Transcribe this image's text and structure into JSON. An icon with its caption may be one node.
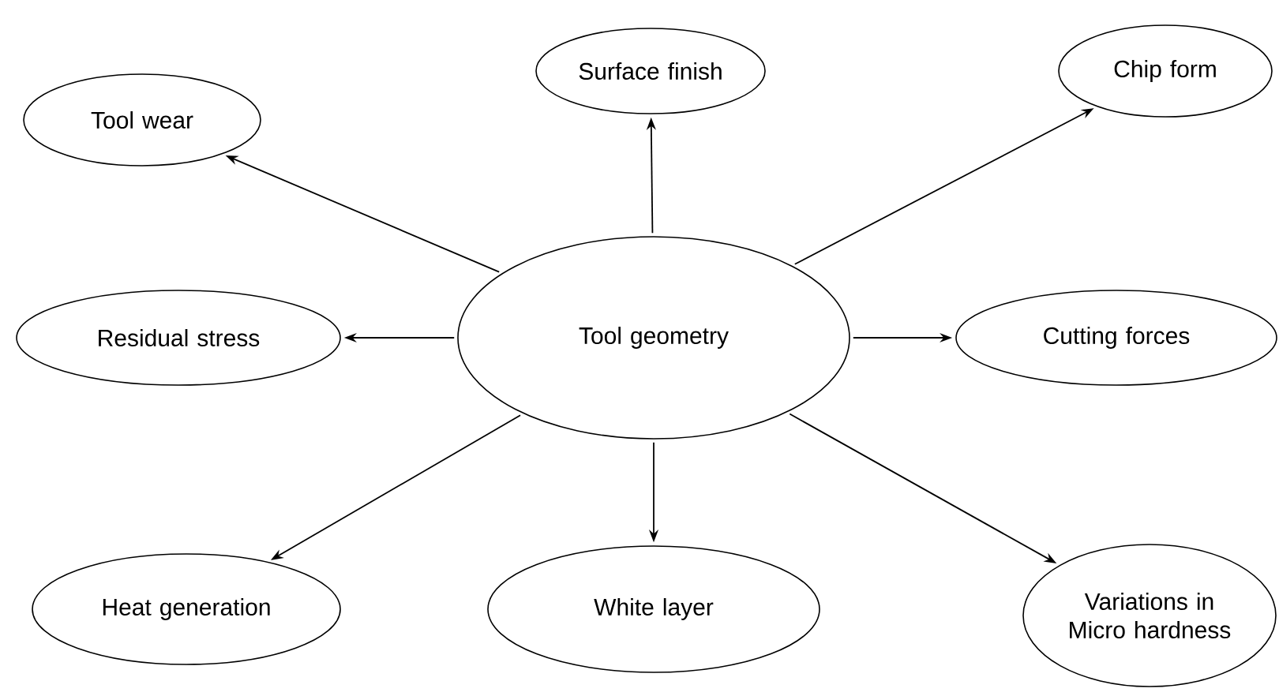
{
  "diagram": {
    "nodes": [
      {
        "text": [
          "Tool wear"
        ]
      },
      {
        "text": [
          "Surface finish"
        ]
      },
      {
        "text": [
          "Chip form"
        ]
      },
      {
        "text": [
          "Residual stress"
        ]
      },
      {
        "text": [
          "Tool geometry"
        ]
      },
      {
        "text": [
          "Cutting forces"
        ]
      },
      {
        "text": [
          "Heat generation"
        ]
      },
      {
        "text": [
          "White layer"
        ]
      },
      {
        "text": [
          "Variations in Micro hardness"
        ]
      }
    ],
    "edges": [
      {
        "from": 4,
        "to": 0,
        "arrow": "to"
      },
      {
        "from": 4,
        "to": 1,
        "arrow": "to"
      },
      {
        "from": 4,
        "to": 2,
        "arrow": "to"
      },
      {
        "from": 4,
        "to": 3,
        "arrow": "to"
      },
      {
        "from": 4,
        "to": 5,
        "arrow": "to"
      },
      {
        "from": 4,
        "to": 6,
        "arrow": "to"
      },
      {
        "from": 4,
        "to": 7,
        "arrow": "to"
      },
      {
        "from": 4,
        "to": 8,
        "arrow": "to"
      }
    ]
  }
}
